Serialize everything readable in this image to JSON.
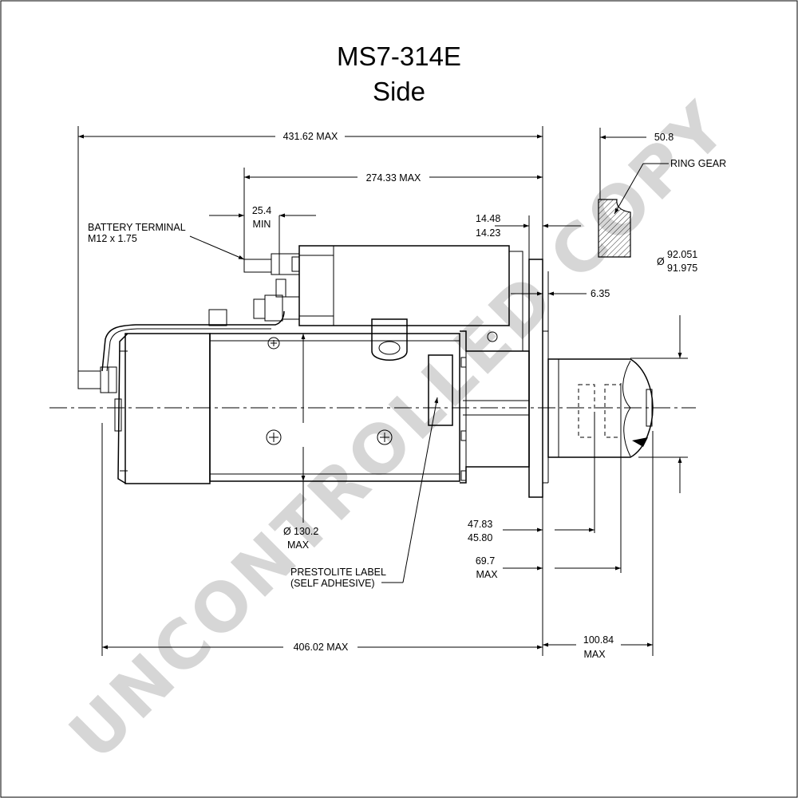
{
  "title": {
    "model": "MS7-314E",
    "view": "Side"
  },
  "watermark": "UNCONTROLLED COPY",
  "dimensions": {
    "overall_length": "431.62 MAX",
    "solenoid_length": "274.33 MAX",
    "terminal_clearance_value": "25.4",
    "terminal_clearance_unit": "MIN",
    "battery_terminal_line1": "BATTERY TERMINAL",
    "battery_terminal_line2": "M12 x 1.75",
    "flange_thickness_max": "14.48",
    "flange_thickness_min": "14.23",
    "ring_gear_offset": "50.8",
    "ring_gear_label": "RING GEAR",
    "pilot_dia_max": "92.051",
    "pilot_dia_min": "91.975",
    "pilot_depth": "6.35",
    "body_diameter_value": "130.2",
    "body_diameter_unit": "MAX",
    "pinion_length_max": "47.83",
    "pinion_length_min": "45.80",
    "nose_length_value": "69.7",
    "nose_length_unit": "MAX",
    "label_line1": "PRESTOLITE LABEL",
    "label_line2": "(SELF ADHESIVE)",
    "body_length": "406.02 MAX",
    "nose_total_value": "100.84",
    "nose_total_unit": "MAX"
  },
  "symbols": {
    "diameter": "Ø"
  },
  "colors": {
    "line": "#000000",
    "watermark": "#d6d6d6",
    "background": "#ffffff"
  }
}
